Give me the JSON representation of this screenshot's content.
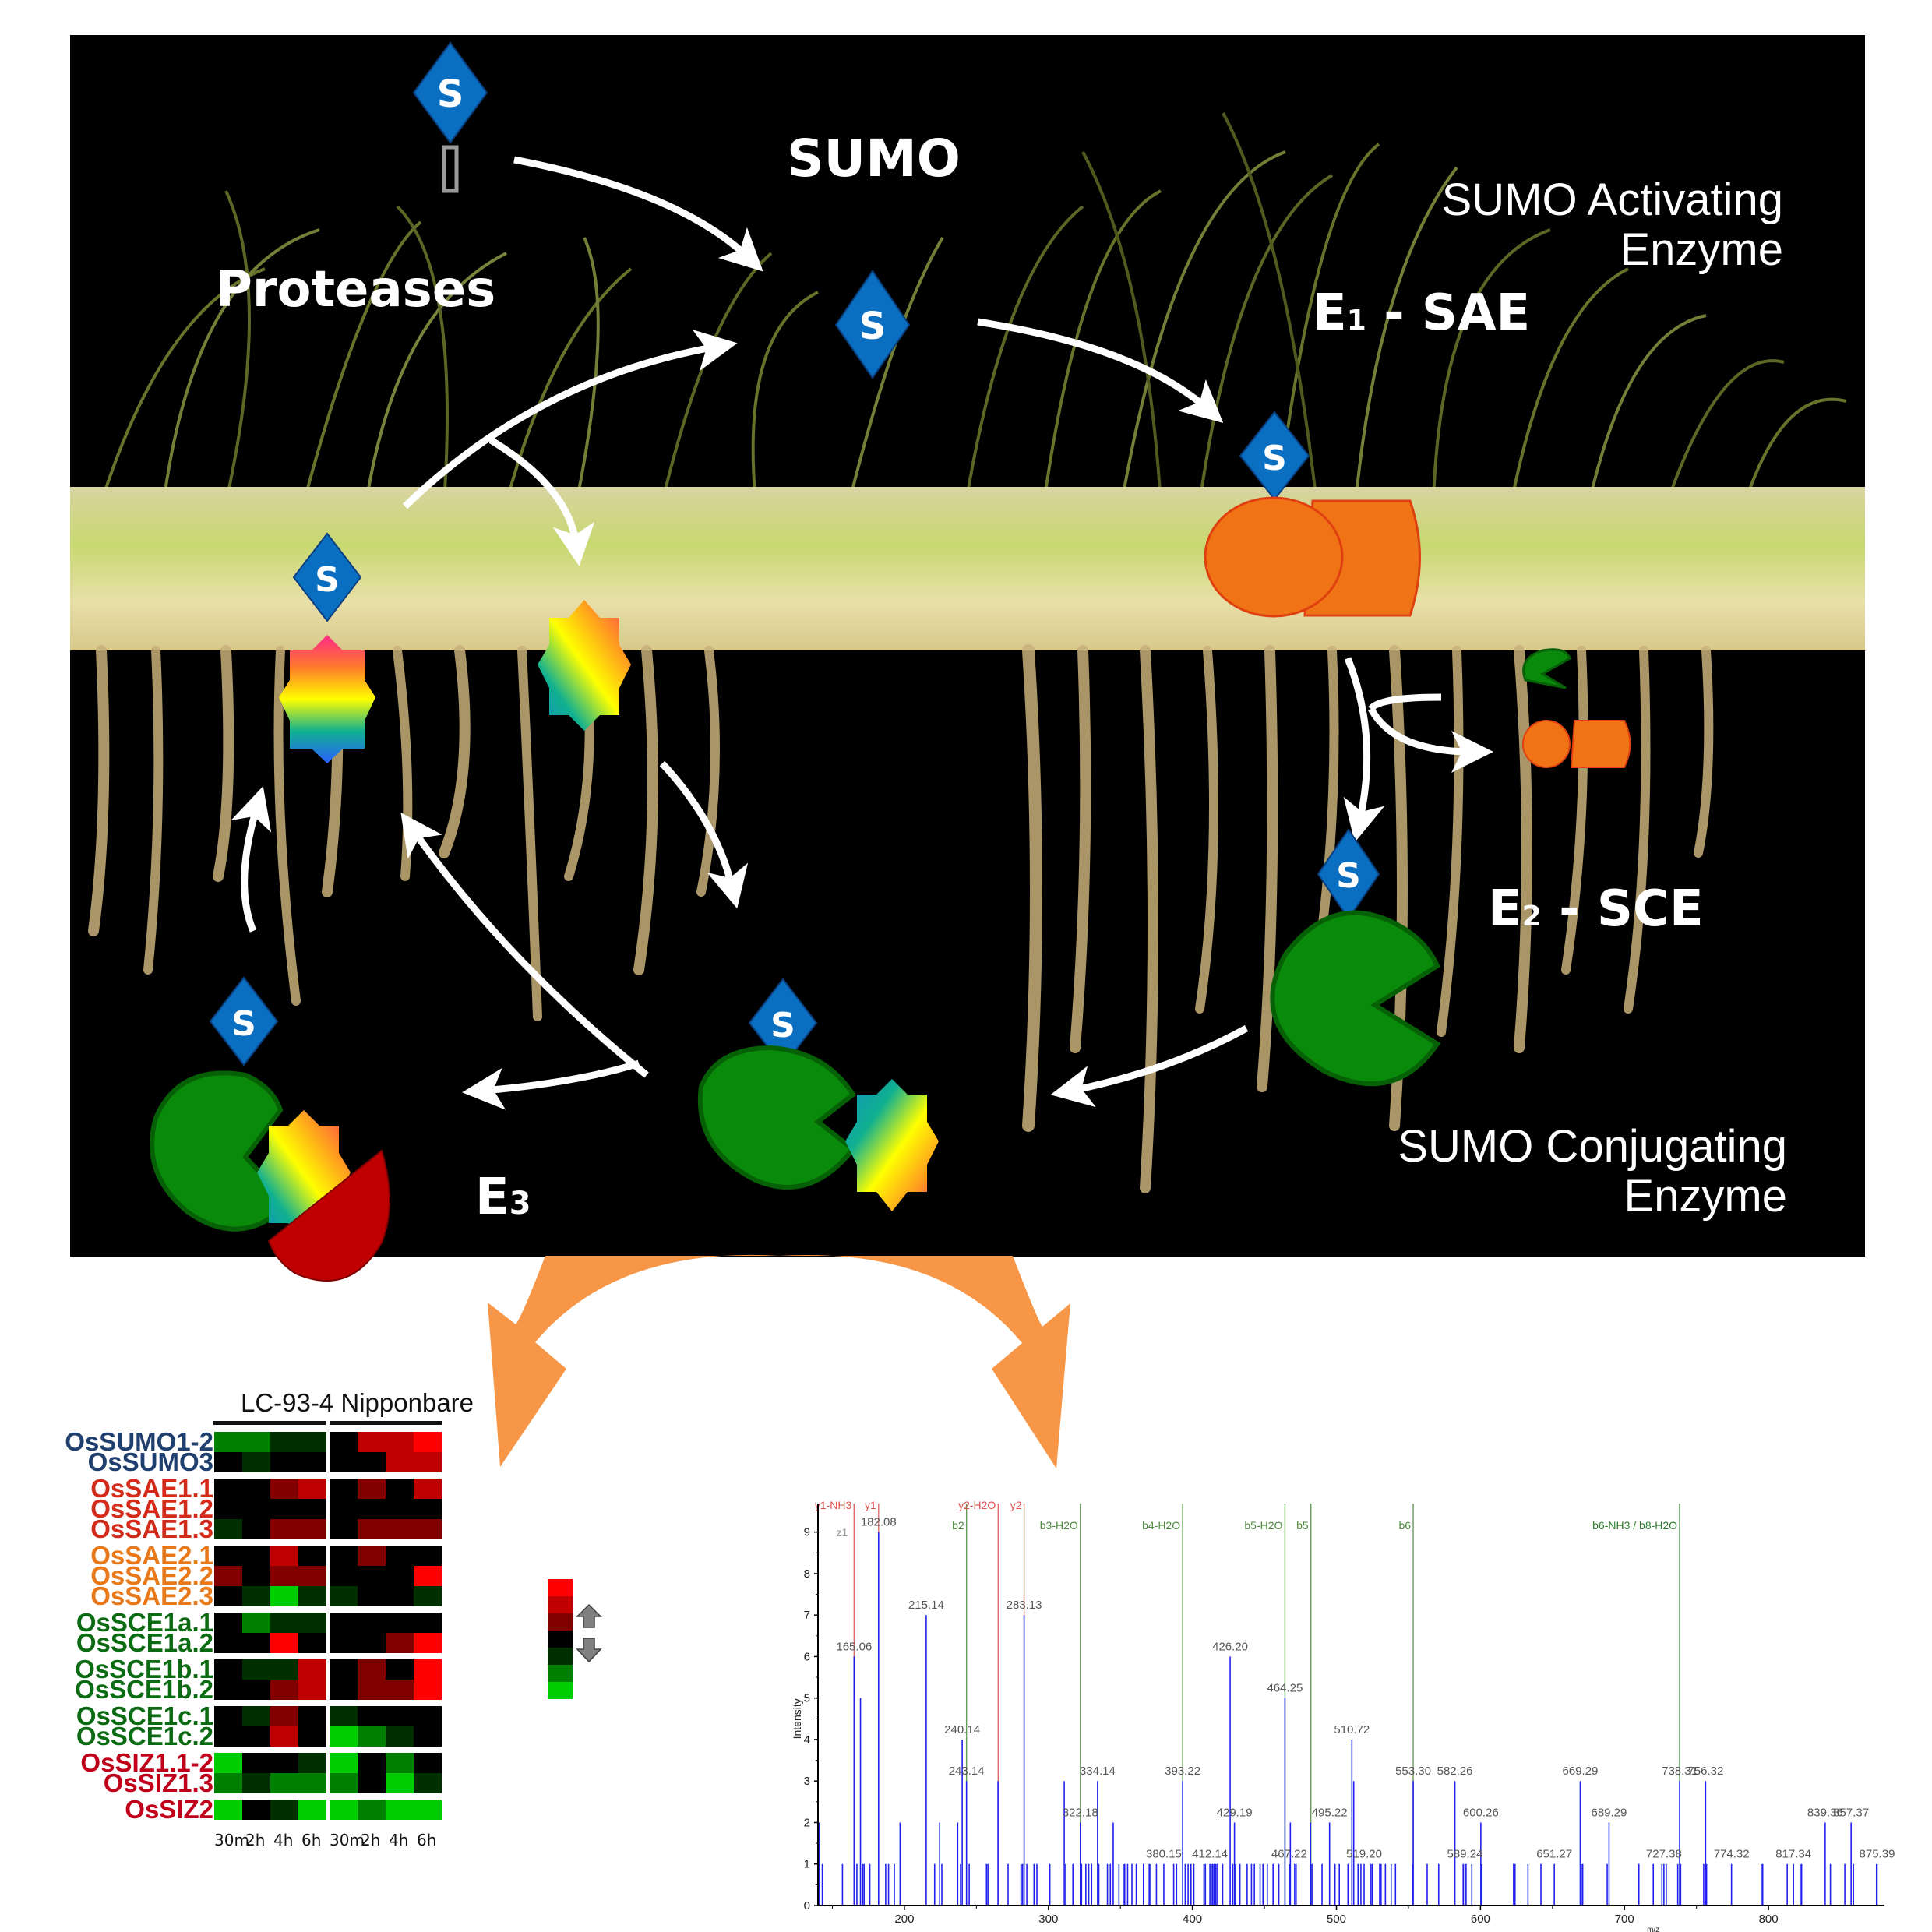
{
  "diagram": {
    "title_sumo": "SUMO",
    "label_proteases": "Proteases",
    "label_activating": [
      "SUMO Activating",
      "Enzyme"
    ],
    "label_e1": "E",
    "label_e1_sub": "1",
    "label_e1_rest": " - SAE",
    "label_e2": "E",
    "label_e2_sub": "2",
    "label_e2_rest": " - SCE",
    "label_e3": "E",
    "label_e3_sub": "3",
    "label_conjugating": [
      "SUMO Conjugating",
      "Enzyme"
    ],
    "sumo_glyph": "S",
    "colors": {
      "sumo": "#0a6fc0",
      "e1": "#f07316",
      "e2": "#0a8a0a",
      "e3": "#c00000",
      "arrow": "#ffffff",
      "branch_arrow": "#f79646"
    }
  },
  "heatmap": {
    "title": "LC-93-4 Nipponbare",
    "conditions": [
      "LC-93-4",
      "Nipponbare"
    ],
    "timepoints": [
      "30m",
      "2h",
      "4h",
      "6h"
    ],
    "scale": {
      "levels": [
        3,
        2,
        1,
        0,
        -1,
        -2,
        -3
      ],
      "colors": [
        "#ff0000",
        "#c00000",
        "#800000",
        "#000000",
        "#003000",
        "#008000",
        "#00cc00"
      ]
    },
    "groups": [
      {
        "color": "#1f3f6f",
        "genes": [
          {
            "name": "OsSUMO1-2",
            "LC": [
              -2,
              -2,
              -1,
              -1
            ],
            "Nip": [
              0,
              2,
              2,
              3
            ]
          },
          {
            "name": "OsSUMO3",
            "LC": [
              0,
              -1,
              0,
              0
            ],
            "Nip": [
              0,
              0,
              2,
              2
            ]
          }
        ]
      },
      {
        "color": "#d42a1a",
        "genes": [
          {
            "name": "OsSAE1.1",
            "LC": [
              0,
              0,
              1,
              2
            ],
            "Nip": [
              0,
              1,
              0,
              2
            ]
          },
          {
            "name": "OsSAE1.2",
            "LC": [
              0,
              0,
              0,
              0
            ],
            "Nip": [
              0,
              0,
              0,
              0
            ]
          },
          {
            "name": "OsSAE1.3",
            "LC": [
              -1,
              0,
              1,
              1
            ],
            "Nip": [
              0,
              1,
              1,
              1
            ]
          }
        ]
      },
      {
        "color": "#e87818",
        "genes": [
          {
            "name": "OsSAE2.1",
            "LC": [
              0,
              0,
              2,
              0
            ],
            "Nip": [
              0,
              1,
              0,
              0
            ]
          },
          {
            "name": "OsSAE2.2",
            "LC": [
              1,
              0,
              1,
              1
            ],
            "Nip": [
              0,
              0,
              0,
              3
            ]
          },
          {
            "name": "OsSAE2.3",
            "LC": [
              0,
              -1,
              -3,
              -1
            ],
            "Nip": [
              -1,
              0,
              0,
              -1
            ]
          }
        ]
      },
      {
        "color": "#0b6b12",
        "genes": [
          {
            "name": "OsSCE1a.1",
            "LC": [
              0,
              -2,
              -1,
              -1
            ],
            "Nip": [
              0,
              0,
              0,
              0
            ]
          },
          {
            "name": "OsSCE1a.2",
            "LC": [
              0,
              0,
              3,
              0
            ],
            "Nip": [
              0,
              0,
              1,
              3
            ]
          }
        ]
      },
      {
        "color": "#0b6b12",
        "genes": [
          {
            "name": "OsSCE1b.1",
            "LC": [
              0,
              -1,
              -1,
              2
            ],
            "Nip": [
              0,
              1,
              0,
              3
            ]
          },
          {
            "name": "OsSCE1b.2",
            "LC": [
              0,
              0,
              1,
              2
            ],
            "Nip": [
              0,
              1,
              1,
              3
            ]
          }
        ]
      },
      {
        "color": "#0b6b12",
        "genes": [
          {
            "name": "OsSCE1c.1",
            "LC": [
              0,
              -1,
              1,
              0
            ],
            "Nip": [
              -1,
              0,
              0,
              0
            ]
          },
          {
            "name": "OsSCE1c.2",
            "LC": [
              0,
              0,
              2,
              0
            ],
            "Nip": [
              -3,
              -2,
              -1,
              0
            ]
          }
        ]
      },
      {
        "color": "#c0001a",
        "genes": [
          {
            "name": "OsSIZ1.1-2",
            "LC": [
              -3,
              0,
              0,
              -1
            ],
            "Nip": [
              -3,
              0,
              -2,
              0
            ]
          },
          {
            "name": "OsSIZ1.3",
            "LC": [
              -2,
              -1,
              -2,
              -2
            ],
            "Nip": [
              -2,
              0,
              -3,
              -1
            ]
          }
        ]
      },
      {
        "color": "#c0001a",
        "genes": [
          {
            "name": "OsSIZ2",
            "LC": [
              -3,
              0,
              -1,
              -3
            ],
            "Nip": [
              -3,
              -2,
              -3,
              -3
            ]
          }
        ]
      }
    ]
  },
  "chart_data": {
    "type": "bar",
    "title": "",
    "xlabel": "m/z",
    "ylabel": "Intensity",
    "xlim": [
      140,
      880
    ],
    "ylim": [
      0,
      9.5
    ],
    "xticks": [
      200,
      300,
      400,
      500,
      600,
      700,
      800
    ],
    "yticks": [
      0,
      1,
      2,
      3,
      4,
      5,
      6,
      7,
      8,
      9
    ],
    "fragment_markers": [
      {
        "label": "y1-NH3",
        "x": 165.06,
        "color": "#e05050",
        "row": 1
      },
      {
        "label": "z1",
        "x": 165.06,
        "color": "#999999",
        "row": 2
      },
      {
        "label": "y1",
        "x": 182.08,
        "color": "#e05050",
        "row": 1
      },
      {
        "label": "b2",
        "x": 243.14,
        "color": "#4a8a3a",
        "row": 2
      },
      {
        "label": "y2-H2O",
        "x": 265.12,
        "color": "#e05050",
        "row": 1
      },
      {
        "label": "y2",
        "x": 283.13,
        "color": "#e05050",
        "row": 1
      },
      {
        "label": "b3-H2O",
        "x": 322.18,
        "color": "#4a8a3a",
        "row": 2
      },
      {
        "label": "b4-H2O",
        "x": 393.22,
        "color": "#4a8a3a",
        "row": 2
      },
      {
        "label": "b5-H2O",
        "x": 464.25,
        "color": "#4a8a3a",
        "row": 2
      },
      {
        "label": "b5",
        "x": 482.26,
        "color": "#4a8a3a",
        "row": 2
      },
      {
        "label": "b6",
        "x": 553.3,
        "color": "#4a8a3a",
        "row": 2
      },
      {
        "label": "b6-NH3 / b8-H2O",
        "x": 738.31,
        "color": "#2a7a2a",
        "row": 2
      }
    ],
    "labeled_peaks": [
      {
        "x": 165.06,
        "y": 6
      },
      {
        "x": 182.08,
        "y": 9
      },
      {
        "x": 215.14,
        "y": 7
      },
      {
        "x": 240.14,
        "y": 4
      },
      {
        "x": 243.14,
        "y": 3
      },
      {
        "x": 283.13,
        "y": 7
      },
      {
        "x": 322.18,
        "y": 2
      },
      {
        "x": 334.14,
        "y": 3
      },
      {
        "x": 380.15,
        "y": 1
      },
      {
        "x": 393.22,
        "y": 3
      },
      {
        "x": 412.14,
        "y": 1
      },
      {
        "x": 426.2,
        "y": 6
      },
      {
        "x": 429.19,
        "y": 2
      },
      {
        "x": 464.25,
        "y": 5
      },
      {
        "x": 467.22,
        "y": 1
      },
      {
        "x": 495.22,
        "y": 2
      },
      {
        "x": 510.72,
        "y": 4
      },
      {
        "x": 519.2,
        "y": 1
      },
      {
        "x": 553.3,
        "y": 3
      },
      {
        "x": 582.26,
        "y": 3
      },
      {
        "x": 589.24,
        "y": 1
      },
      {
        "x": 600.26,
        "y": 2
      },
      {
        "x": 651.27,
        "y": 1
      },
      {
        "x": 669.29,
        "y": 3
      },
      {
        "x": 689.29,
        "y": 2
      },
      {
        "x": 727.38,
        "y": 1
      },
      {
        "x": 738.31,
        "y": 3
      },
      {
        "x": 756.32,
        "y": 3
      },
      {
        "x": 774.32,
        "y": 1
      },
      {
        "x": 817.34,
        "y": 1
      },
      {
        "x": 839.36,
        "y": 2
      },
      {
        "x": 857.37,
        "y": 2
      },
      {
        "x": 875.39,
        "y": 1
      }
    ],
    "unlabeled_peaks": [
      {
        "x": 141,
        "y": 2
      },
      {
        "x": 143,
        "y": 1
      },
      {
        "x": 157,
        "y": 1
      },
      {
        "x": 167,
        "y": 1
      },
      {
        "x": 169.5,
        "y": 5
      },
      {
        "x": 171,
        "y": 1
      },
      {
        "x": 172,
        "y": 1
      },
      {
        "x": 176,
        "y": 1
      },
      {
        "x": 187,
        "y": 1
      },
      {
        "x": 189,
        "y": 1
      },
      {
        "x": 193,
        "y": 1
      },
      {
        "x": 197,
        "y": 2
      },
      {
        "x": 221,
        "y": 1
      },
      {
        "x": 224.5,
        "y": 2
      },
      {
        "x": 226,
        "y": 1
      },
      {
        "x": 237,
        "y": 2
      },
      {
        "x": 239,
        "y": 1
      },
      {
        "x": 245,
        "y": 1
      },
      {
        "x": 257,
        "y": 1
      },
      {
        "x": 258,
        "y": 1
      },
      {
        "x": 265,
        "y": 3
      },
      {
        "x": 272,
        "y": 1
      },
      {
        "x": 281,
        "y": 1
      },
      {
        "x": 282,
        "y": 1
      },
      {
        "x": 285,
        "y": 1
      },
      {
        "x": 290,
        "y": 1
      },
      {
        "x": 292,
        "y": 1
      },
      {
        "x": 301,
        "y": 1
      },
      {
        "x": 311,
        "y": 3
      },
      {
        "x": 312,
        "y": 1
      },
      {
        "x": 317,
        "y": 1
      },
      {
        "x": 323,
        "y": 1
      },
      {
        "x": 326,
        "y": 1
      },
      {
        "x": 328,
        "y": 1
      },
      {
        "x": 330,
        "y": 1
      },
      {
        "x": 335,
        "y": 1
      },
      {
        "x": 341,
        "y": 1
      },
      {
        "x": 343,
        "y": 1
      },
      {
        "x": 345,
        "y": 2
      },
      {
        "x": 349,
        "y": 1
      },
      {
        "x": 352,
        "y": 1
      },
      {
        "x": 353,
        "y": 1
      },
      {
        "x": 355,
        "y": 1
      },
      {
        "x": 358,
        "y": 1
      },
      {
        "x": 361,
        "y": 1
      },
      {
        "x": 366,
        "y": 1
      },
      {
        "x": 370,
        "y": 1
      },
      {
        "x": 371,
        "y": 1
      },
      {
        "x": 375,
        "y": 1
      },
      {
        "x": 387,
        "y": 1
      },
      {
        "x": 389,
        "y": 1
      },
      {
        "x": 395,
        "y": 1
      },
      {
        "x": 397,
        "y": 1
      },
      {
        "x": 399,
        "y": 1
      },
      {
        "x": 401,
        "y": 1
      },
      {
        "x": 408,
        "y": 1
      },
      {
        "x": 409,
        "y": 1
      },
      {
        "x": 413,
        "y": 1
      },
      {
        "x": 414,
        "y": 1
      },
      {
        "x": 415,
        "y": 1
      },
      {
        "x": 416,
        "y": 1
      },
      {
        "x": 417,
        "y": 1
      },
      {
        "x": 421,
        "y": 1
      },
      {
        "x": 428,
        "y": 1
      },
      {
        "x": 430,
        "y": 1
      },
      {
        "x": 433,
        "y": 1
      },
      {
        "x": 438,
        "y": 1
      },
      {
        "x": 441,
        "y": 1
      },
      {
        "x": 443,
        "y": 1
      },
      {
        "x": 447,
        "y": 1
      },
      {
        "x": 449,
        "y": 1
      },
      {
        "x": 452,
        "y": 1
      },
      {
        "x": 456,
        "y": 1
      },
      {
        "x": 460,
        "y": 1
      },
      {
        "x": 468,
        "y": 2
      },
      {
        "x": 471,
        "y": 1
      },
      {
        "x": 472,
        "y": 1
      },
      {
        "x": 482,
        "y": 2
      },
      {
        "x": 483,
        "y": 1
      },
      {
        "x": 490,
        "y": 1
      },
      {
        "x": 499,
        "y": 1
      },
      {
        "x": 502,
        "y": 1
      },
      {
        "x": 508,
        "y": 1
      },
      {
        "x": 512,
        "y": 3
      },
      {
        "x": 515,
        "y": 1
      },
      {
        "x": 517,
        "y": 1
      },
      {
        "x": 524,
        "y": 1
      },
      {
        "x": 525,
        "y": 1
      },
      {
        "x": 530,
        "y": 1
      },
      {
        "x": 531,
        "y": 1
      },
      {
        "x": 534,
        "y": 1
      },
      {
        "x": 538,
        "y": 1
      },
      {
        "x": 541,
        "y": 1
      },
      {
        "x": 553,
        "y": 1
      },
      {
        "x": 563,
        "y": 1
      },
      {
        "x": 571,
        "y": 1
      },
      {
        "x": 588,
        "y": 1
      },
      {
        "x": 590,
        "y": 1
      },
      {
        "x": 594,
        "y": 1
      },
      {
        "x": 601,
        "y": 1
      },
      {
        "x": 623,
        "y": 1
      },
      {
        "x": 624,
        "y": 1
      },
      {
        "x": 633,
        "y": 1
      },
      {
        "x": 642,
        "y": 1
      },
      {
        "x": 670,
        "y": 1
      },
      {
        "x": 671,
        "y": 1
      },
      {
        "x": 688,
        "y": 1
      },
      {
        "x": 710,
        "y": 1
      },
      {
        "x": 720,
        "y": 1
      },
      {
        "x": 726,
        "y": 1
      },
      {
        "x": 729,
        "y": 1
      },
      {
        "x": 737,
        "y": 1
      },
      {
        "x": 739,
        "y": 1
      },
      {
        "x": 755,
        "y": 1
      },
      {
        "x": 757,
        "y": 1
      },
      {
        "x": 795,
        "y": 1
      },
      {
        "x": 796,
        "y": 1
      },
      {
        "x": 813,
        "y": 1
      },
      {
        "x": 822,
        "y": 1
      },
      {
        "x": 823,
        "y": 1
      },
      {
        "x": 843,
        "y": 1
      },
      {
        "x": 853,
        "y": 1
      },
      {
        "x": 859,
        "y": 1
      },
      {
        "x": 875,
        "y": 1
      }
    ],
    "peak_color": "#2020ee"
  }
}
